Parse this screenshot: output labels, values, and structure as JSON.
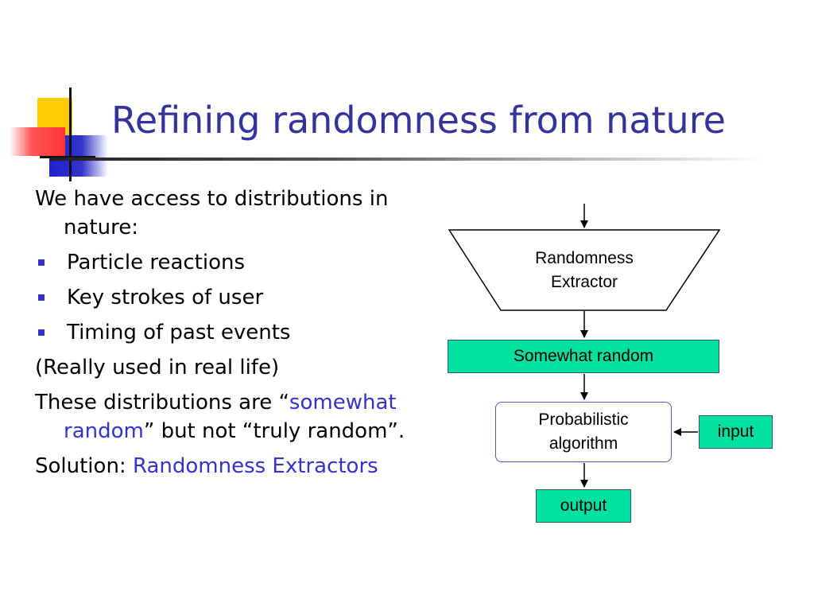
{
  "slide": {
    "title": "Refining randomness from nature"
  },
  "body": {
    "intro": "We have access to distributions in nature:",
    "bullets": [
      "Particle reactions",
      "Key strokes of user",
      "Timing of past events"
    ],
    "note": "(Really used in real life)",
    "distributions_prefix": "These distributions are “",
    "distributions_highlight": "somewhat random",
    "distributions_suffix": "” but not “truly random”.",
    "solution_label": "Solution: ",
    "solution_value": "Randomness Extractors"
  },
  "diagram": {
    "extractor_line1": "Randomness",
    "extractor_line2": "Extractor",
    "somewhat_random": "Somewhat random",
    "algorithm_line1": "Probabilistic",
    "algorithm_line2": "algorithm",
    "input": "input",
    "output": "output"
  },
  "colors": {
    "title": "#333399",
    "highlight": "#3333cc",
    "box_fill": "#00e0a0",
    "deco_yellow": "#ffcc00",
    "deco_red": "#ff3333",
    "deco_blue": "#3333cc"
  }
}
